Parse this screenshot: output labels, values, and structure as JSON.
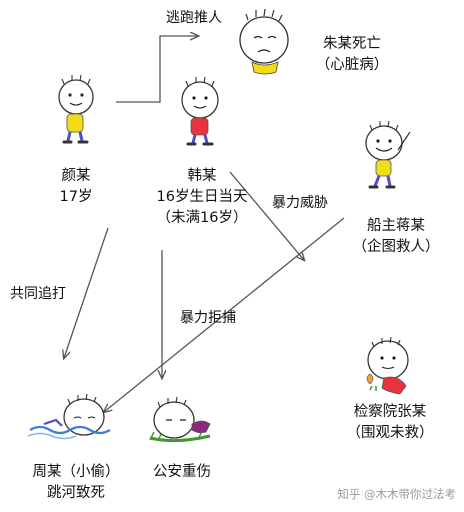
{
  "people": {
    "zhu": {
      "name": "朱某死亡",
      "note": "（心脏病）"
    },
    "yan": {
      "name": "颜某",
      "note": "17岁"
    },
    "han": {
      "name": "韩某",
      "note": "16岁生日当天",
      "note2": "（未满16岁）"
    },
    "boat": {
      "name": "船主蒋某",
      "note": "（企图救人）"
    },
    "zhou": {
      "name": "周某（小偷）",
      "note": "跳河致死"
    },
    "police": {
      "name": "公安重伤"
    },
    "zhang": {
      "name": "检察院张某",
      "note": "（围观未救）"
    }
  },
  "edges": {
    "flee": "逃跑推人",
    "threat": "暴力威胁",
    "chase": "共同追打",
    "resist": "暴力拒捕"
  },
  "watermark": "知乎 @木木带你过法考",
  "colors": {
    "yellow_shirt": "#f2dc16",
    "red_shirt": "#e8323c",
    "pants": "#4d4ec8",
    "line": "#555555"
  }
}
